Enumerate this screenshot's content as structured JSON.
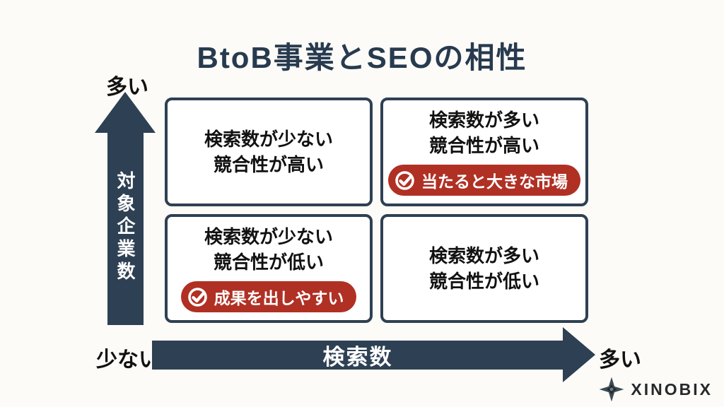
{
  "title": "BtoB事業とSEOの相性",
  "y_axis": {
    "label": "対象企業数",
    "top_label": "多い"
  },
  "x_axis": {
    "label": "検索数",
    "left_label": "少ない",
    "right_label": "多い"
  },
  "quadrants": {
    "top_left": {
      "line1": "検索数が少ない",
      "line2": "競合性が高い"
    },
    "top_right": {
      "line1": "検索数が多い",
      "line2": "競合性が高い",
      "badge": "当たると大きな市場"
    },
    "bottom_left": {
      "line1": "検索数が少ない",
      "line2": "競合性が低い",
      "badge": "成果を出しやすい"
    },
    "bottom_right": {
      "line1": "検索数が多い",
      "line2": "競合性が低い"
    }
  },
  "icons": {
    "badge_icon": "check-circle-icon",
    "logo_icon": "shuriken-star-icon"
  },
  "logo": {
    "text": "XINOBIX"
  },
  "colors": {
    "navy": "#2e4053",
    "red": "#b03024",
    "background": "#fcfbf7",
    "text": "#111111",
    "white": "#ffffff"
  }
}
